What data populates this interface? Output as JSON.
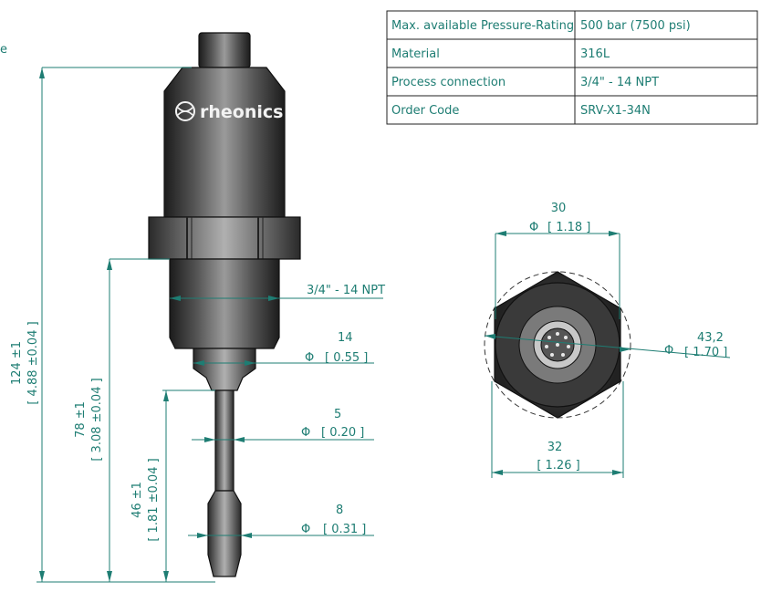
{
  "fragment_label": "e",
  "spec_table": [
    {
      "label": "Max. available Pressure-Rating",
      "value": "500 bar (7500 psi)"
    },
    {
      "label": "Material",
      "value": "316L"
    },
    {
      "label": "Process connection",
      "value": "3/4\" - 14 NPT"
    },
    {
      "label": "Order Code",
      "value": "SRV-X1-34N"
    }
  ],
  "brand": "rheonics",
  "dimensions": {
    "total_height": {
      "mm": "124 ±1",
      "inch": "[ 4.88 ±0.04 ]"
    },
    "thread_to_tip": {
      "mm": "78 ±1",
      "inch": "[ 3.08 ±0.04 ]"
    },
    "shaft_length": {
      "mm": "46 ±1",
      "inch": "[ 1.81 ±0.04 ]"
    },
    "thread_label": "3/4\" - 14 NPT",
    "neck_dia": {
      "mm": "14",
      "inch": "[ 0.55 ]"
    },
    "shaft_dia": {
      "mm": "5",
      "inch": "[ 0.20 ]"
    },
    "tip_dia": {
      "mm": "8",
      "inch": "[ 0.31 ]"
    },
    "top_dia": {
      "mm": "30",
      "inch": "[ 1.18 ]"
    },
    "hex_corner": {
      "mm": "43,2",
      "inch": "[ 1.70 ]"
    },
    "hex_flat": {
      "mm": "32",
      "inch": "[ 1.26 ]"
    }
  },
  "symbols": {
    "diameter": "Φ"
  },
  "colors": {
    "dimension": "#1e7d73",
    "body_dark": "#2a2a2a",
    "body_light": "#8a8a8a"
  }
}
